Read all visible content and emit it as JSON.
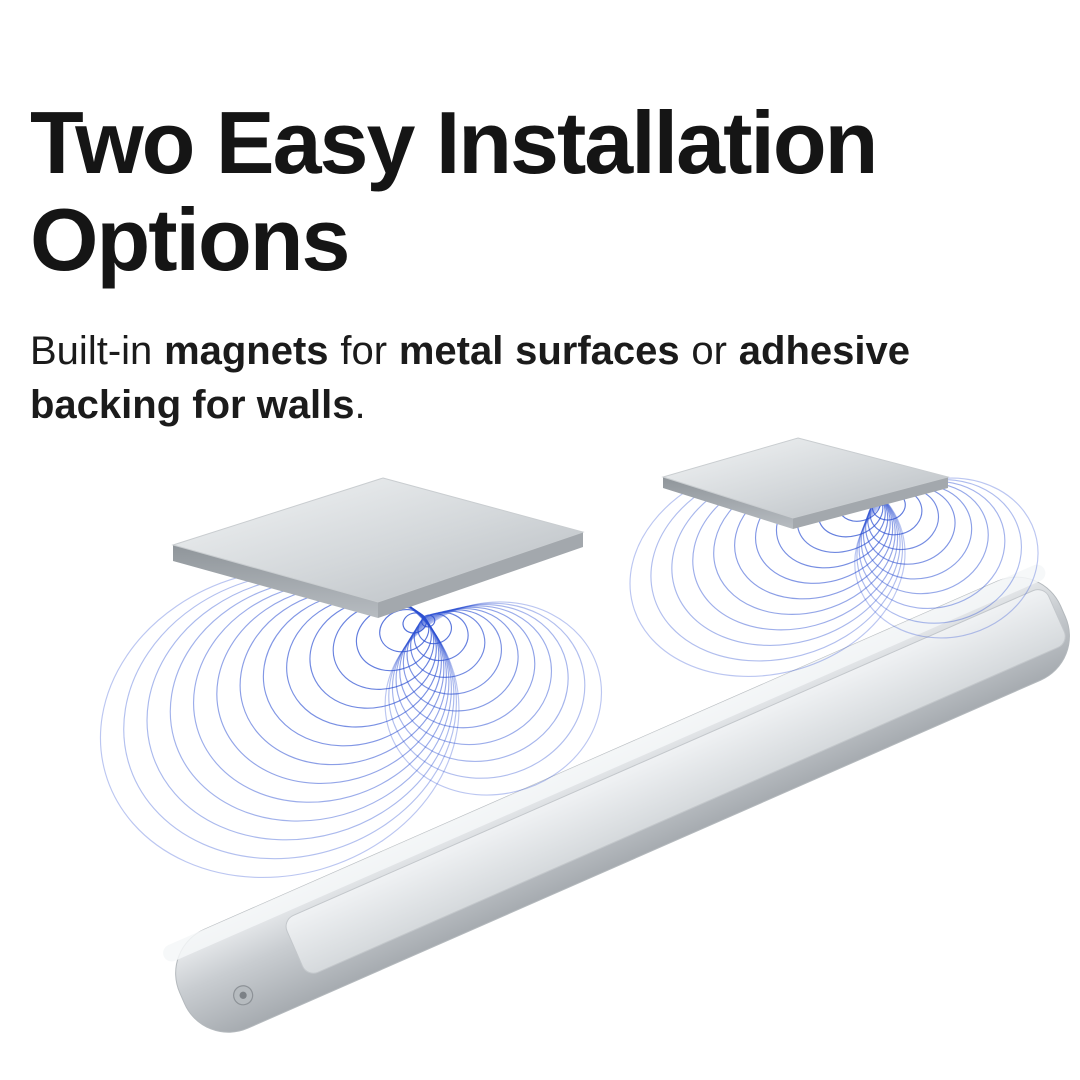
{
  "page": {
    "background": "#ffffff"
  },
  "headline": {
    "text": "Two Easy Installation Options"
  },
  "subtitle": {
    "segments": [
      {
        "text": "Built-in "
      },
      {
        "text": "magnets"
      },
      {
        "text": " for "
      },
      {
        "text": "metal surfaces"
      },
      {
        "text": " or "
      },
      {
        "text": "adhesive backing for walls"
      },
      {
        "text": "."
      }
    ]
  },
  "illustration": {
    "description": "Silver LED light bar with two floating square metal plates linked to the bar by blue magnetic field line loops",
    "field_line_color": "#2b4fd2",
    "bar_color": "#c7cbcf",
    "bar_panel_color": "#e2e5e8",
    "plate_color": "#d6d9dc",
    "plate_edge_color": "#9aa0a5"
  }
}
